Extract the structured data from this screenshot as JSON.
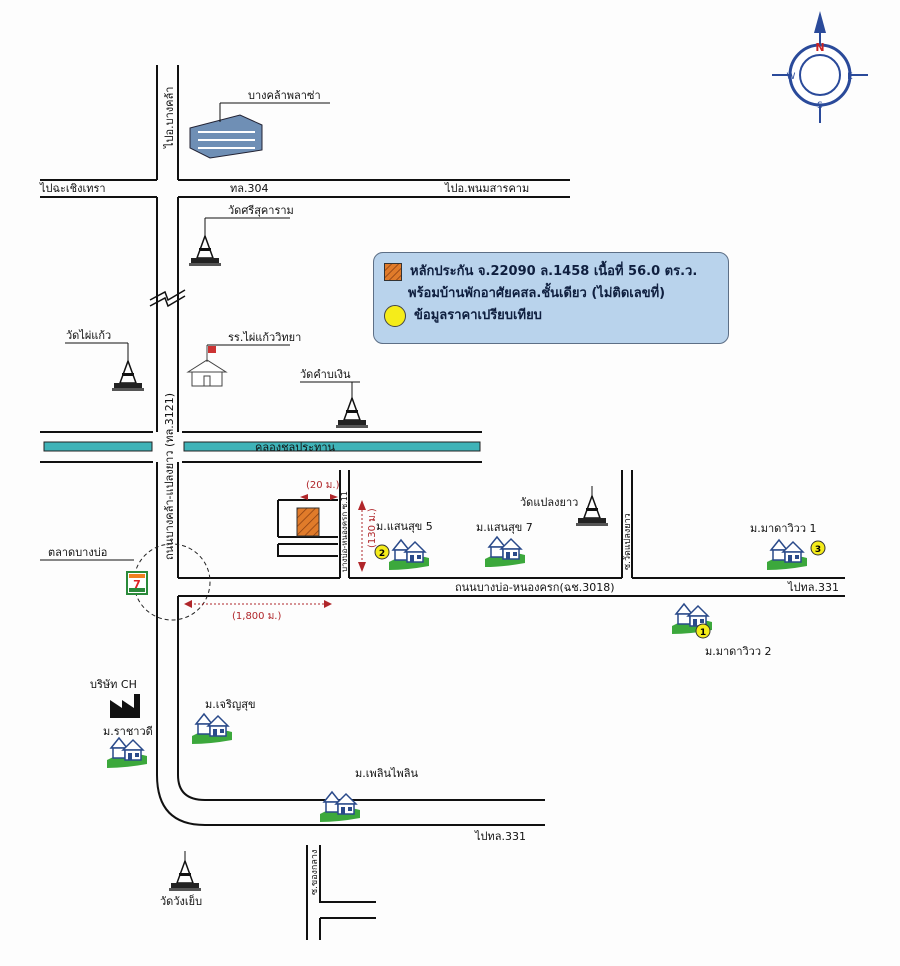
{
  "legend": {
    "collateral_line1": "หลักประกัน จ.22090 ล.1458 เนื้อที่ 56.0 ตร.ว.",
    "collateral_line2": "พร้อมบ้านพักอาศัยคสล.ชั้นเดียว (ไม่ติดเลขที่)",
    "comparable": "ข้อมูลราคาเปรียบเทียบ",
    "collateral_color": "#e07b2a",
    "comparable_color": "#f5ec1a"
  },
  "compass": {
    "n": "N",
    "s": "S",
    "e": "E",
    "w": "W"
  },
  "roads": {
    "to_bangkhla": "ไปอ.บางคล้า",
    "to_chachoengsao": "ไปฉะเชิงเทรา",
    "hl304": "ทล.304",
    "to_phanom": "ไปอ.พนมสารคาม",
    "main_road": "ถนนบางคล้า-แปลงยาว (ทล.3121)",
    "canal": "คลองชลประทาน",
    "bangbo_road": "ถนนบางบ่อ-หนองครก(ฉช.3018)",
    "to_hl331_right": "ไปทล.331",
    "to_hl331_bottom": "ไปทล.331",
    "soi11": "บางบ่อ-หนองครก ซ.11",
    "soi_wat": "ซ.วัดแปลงยาว",
    "soi_bottom": "ซ.ของกลาง"
  },
  "places": {
    "plaza": "บางคล้าพลาซ่า",
    "wat_si": "วัดศรีสุคาราม",
    "wat_phai": "วัดไผ่แก้ว",
    "school": "รร.ไผ่แก้ววิทยา",
    "wat_kham": "วัดคำบเงิน",
    "wat_plaeng": "วัดแปลงยาว",
    "market": "ตลาดบางบ่อ",
    "company": "บริษัท CH",
    "wat_wang": "วัดวังเย็บ"
  },
  "villages": {
    "saensuk5": "ม.แสนสุข 5",
    "saensuk7": "ม.แสนสุข 7",
    "mada1": "ม.มาดาวิวว 1",
    "mada2": "ม.มาดาวิวว 2",
    "charoen": "ม.เจริญสุข",
    "racha": "ม.ราชาวดี",
    "phloen": "ม.เพลินไพลิน"
  },
  "markers": {
    "m1": "1",
    "m2": "2",
    "m3": "3"
  },
  "distances": {
    "d20": "(20 ม.)",
    "d130": "(130 ม.)",
    "d1800": "(1,800 ม.)"
  },
  "seven_eleven": "7"
}
